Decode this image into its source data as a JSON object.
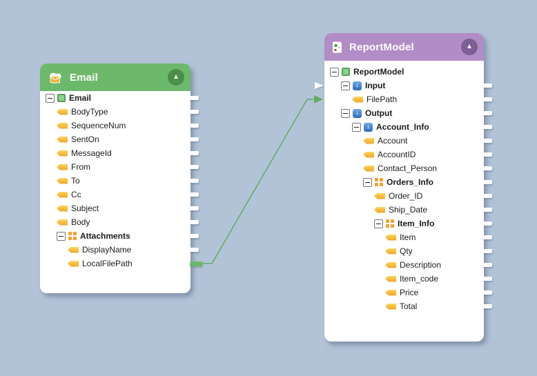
{
  "colors": {
    "canvas_background": "#b3c3d7",
    "email_header": "#6db96b",
    "email_collapse": "#4b8f4b",
    "report_header": "#b18cc5",
    "report_collapse": "#7d5e95",
    "connector": "#63ac63",
    "port_green": "#6cb86a"
  },
  "icons": {
    "collapse_glyph": "▲",
    "blue_arrow_glyph": "↓"
  },
  "panels": {
    "email": {
      "title": "Email",
      "header_icon": "email-envelope-icon",
      "rows": [
        {
          "label": "Email",
          "level": 0,
          "bold": true,
          "expander": true,
          "icon": "element-green",
          "port": "white"
        },
        {
          "label": "BodyType",
          "level": 1,
          "icon": "field-tag",
          "port": "white"
        },
        {
          "label": "SequenceNum",
          "level": 1,
          "icon": "field-tag",
          "port": "white"
        },
        {
          "label": "SentOn",
          "level": 1,
          "icon": "field-tag",
          "port": "white"
        },
        {
          "label": "MessageId",
          "level": 1,
          "icon": "field-tag",
          "port": "white"
        },
        {
          "label": "From",
          "level": 1,
          "icon": "field-tag",
          "port": "white"
        },
        {
          "label": "To",
          "level": 1,
          "icon": "field-tag",
          "port": "white"
        },
        {
          "label": "Cc",
          "level": 1,
          "icon": "field-tag",
          "port": "white"
        },
        {
          "label": "Subject",
          "level": 1,
          "icon": "field-tag",
          "port": "white"
        },
        {
          "label": "Body",
          "level": 1,
          "icon": "field-tag",
          "port": "white"
        },
        {
          "label": "Attachments",
          "level": 1,
          "bold": true,
          "expander": true,
          "icon": "repeating-grid",
          "port": "white"
        },
        {
          "label": "DisplayName",
          "level": 2,
          "icon": "field-tag",
          "port": "white"
        },
        {
          "label": "LocalFilePath",
          "level": 2,
          "icon": "field-tag",
          "port": "green"
        }
      ]
    },
    "report": {
      "title": "ReportModel",
      "header_icon": "report-document-icon",
      "rows": [
        {
          "label": "ReportModel",
          "level": 0,
          "bold": true,
          "expander": true,
          "icon": "element-green",
          "port": "none"
        },
        {
          "label": "Input",
          "level": 1,
          "bold": true,
          "expander": true,
          "icon": "element-blue",
          "port": "white",
          "left_marker": "white-arrow"
        },
        {
          "label": "FilePath",
          "level": 2,
          "icon": "field-tag",
          "port": "white"
        },
        {
          "label": "Output",
          "level": 1,
          "bold": true,
          "expander": true,
          "icon": "element-blue",
          "port": "white"
        },
        {
          "label": "Account_Info",
          "level": 2,
          "bold": true,
          "expander": true,
          "icon": "element-blue",
          "port": "white"
        },
        {
          "label": "Account",
          "level": 3,
          "icon": "field-tag",
          "port": "white"
        },
        {
          "label": "AccountID",
          "level": 3,
          "icon": "field-tag",
          "port": "white"
        },
        {
          "label": "Contact_Person",
          "level": 3,
          "icon": "field-tag",
          "port": "white"
        },
        {
          "label": "Orders_Info",
          "level": 3,
          "bold": true,
          "expander": true,
          "icon": "repeating-grid",
          "port": "white"
        },
        {
          "label": "Order_ID",
          "level": 4,
          "icon": "field-tag",
          "port": "white"
        },
        {
          "label": "Ship_Date",
          "level": 4,
          "icon": "field-tag",
          "port": "white"
        },
        {
          "label": "Item_Info",
          "level": 4,
          "bold": true,
          "expander": true,
          "icon": "repeating-grid",
          "port": "white"
        },
        {
          "label": "Item",
          "level": 5,
          "icon": "field-tag",
          "port": "white"
        },
        {
          "label": "Qty",
          "level": 5,
          "icon": "field-tag",
          "port": "white"
        },
        {
          "label": "Description",
          "level": 5,
          "icon": "field-tag",
          "port": "white"
        },
        {
          "label": "Item_code",
          "level": 5,
          "icon": "field-tag",
          "port": "white"
        },
        {
          "label": "Price",
          "level": 5,
          "icon": "field-tag",
          "port": "white"
        },
        {
          "label": "Total",
          "level": 5,
          "icon": "field-tag",
          "port": "white"
        }
      ]
    }
  },
  "connections": [
    {
      "from": "Email/Attachments/LocalFilePath",
      "to": "ReportModel/Input/FilePath",
      "color": "#63ac63"
    }
  ]
}
